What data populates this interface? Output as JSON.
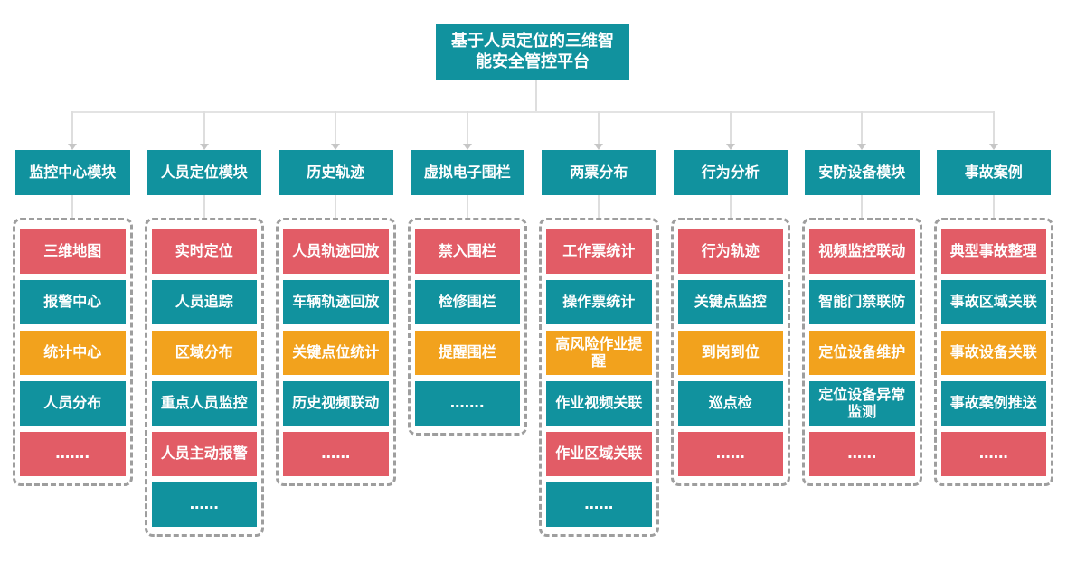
{
  "title": "基于人员定位的三维智能安全管控平台",
  "colors": {
    "teal": "#11929E",
    "red": "#E25C66",
    "orange": "#F2A21D",
    "connector": "#DEDEDE",
    "dashed_border": "#9E9E9E"
  },
  "columns": [
    {
      "header": "监控中心模块",
      "items": [
        {
          "label": "三维地图",
          "color": "red"
        },
        {
          "label": "报警中心",
          "color": "teal"
        },
        {
          "label": "统计中心",
          "color": "orange"
        },
        {
          "label": "人员分布",
          "color": "teal"
        },
        {
          "label": "…….",
          "color": "red"
        }
      ]
    },
    {
      "header": "人员定位模块",
      "items": [
        {
          "label": "实时定位",
          "color": "red"
        },
        {
          "label": "人员追踪",
          "color": "teal"
        },
        {
          "label": "区域分布",
          "color": "orange"
        },
        {
          "label": "重点人员监控",
          "color": "teal"
        },
        {
          "label": "人员主动报警",
          "color": "red"
        },
        {
          "label": "……",
          "color": "teal"
        }
      ]
    },
    {
      "header": "历史轨迹",
      "items": [
        {
          "label": "人员轨迹回放",
          "color": "red"
        },
        {
          "label": "车辆轨迹回放",
          "color": "teal"
        },
        {
          "label": "关键点位统计",
          "color": "orange"
        },
        {
          "label": "历史视频联动",
          "color": "teal"
        },
        {
          "label": "……",
          "color": "red"
        }
      ]
    },
    {
      "header": "虚拟电子围栏",
      "items": [
        {
          "label": "禁入围栏",
          "color": "red"
        },
        {
          "label": "检修围栏",
          "color": "teal"
        },
        {
          "label": "提醒围栏",
          "color": "orange"
        },
        {
          "label": "…….",
          "color": "teal"
        }
      ]
    },
    {
      "header": "两票分布",
      "items": [
        {
          "label": "工作票统计",
          "color": "red"
        },
        {
          "label": "操作票统计",
          "color": "teal"
        },
        {
          "label": "高风险作业提醒",
          "color": "orange"
        },
        {
          "label": "作业视频关联",
          "color": "teal"
        },
        {
          "label": "作业区域关联",
          "color": "red"
        },
        {
          "label": "……",
          "color": "teal"
        }
      ]
    },
    {
      "header": "行为分析",
      "items": [
        {
          "label": "行为轨迹",
          "color": "red"
        },
        {
          "label": "关键点监控",
          "color": "teal"
        },
        {
          "label": "到岗到位",
          "color": "orange"
        },
        {
          "label": "巡点检",
          "color": "teal"
        },
        {
          "label": "……",
          "color": "red"
        }
      ]
    },
    {
      "header": "安防设备模块",
      "items": [
        {
          "label": "视频监控联动",
          "color": "red"
        },
        {
          "label": "智能门禁联防",
          "color": "teal"
        },
        {
          "label": "定位设备维护",
          "color": "orange"
        },
        {
          "label": "定位设备异常监测",
          "color": "teal"
        },
        {
          "label": "……",
          "color": "red"
        }
      ]
    },
    {
      "header": "事故案例",
      "items": [
        {
          "label": "典型事故整理",
          "color": "red"
        },
        {
          "label": "事故区域关联",
          "color": "teal"
        },
        {
          "label": "事故设备关联",
          "color": "orange"
        },
        {
          "label": "事故案例推送",
          "color": "teal"
        },
        {
          "label": "……",
          "color": "red"
        }
      ]
    }
  ]
}
